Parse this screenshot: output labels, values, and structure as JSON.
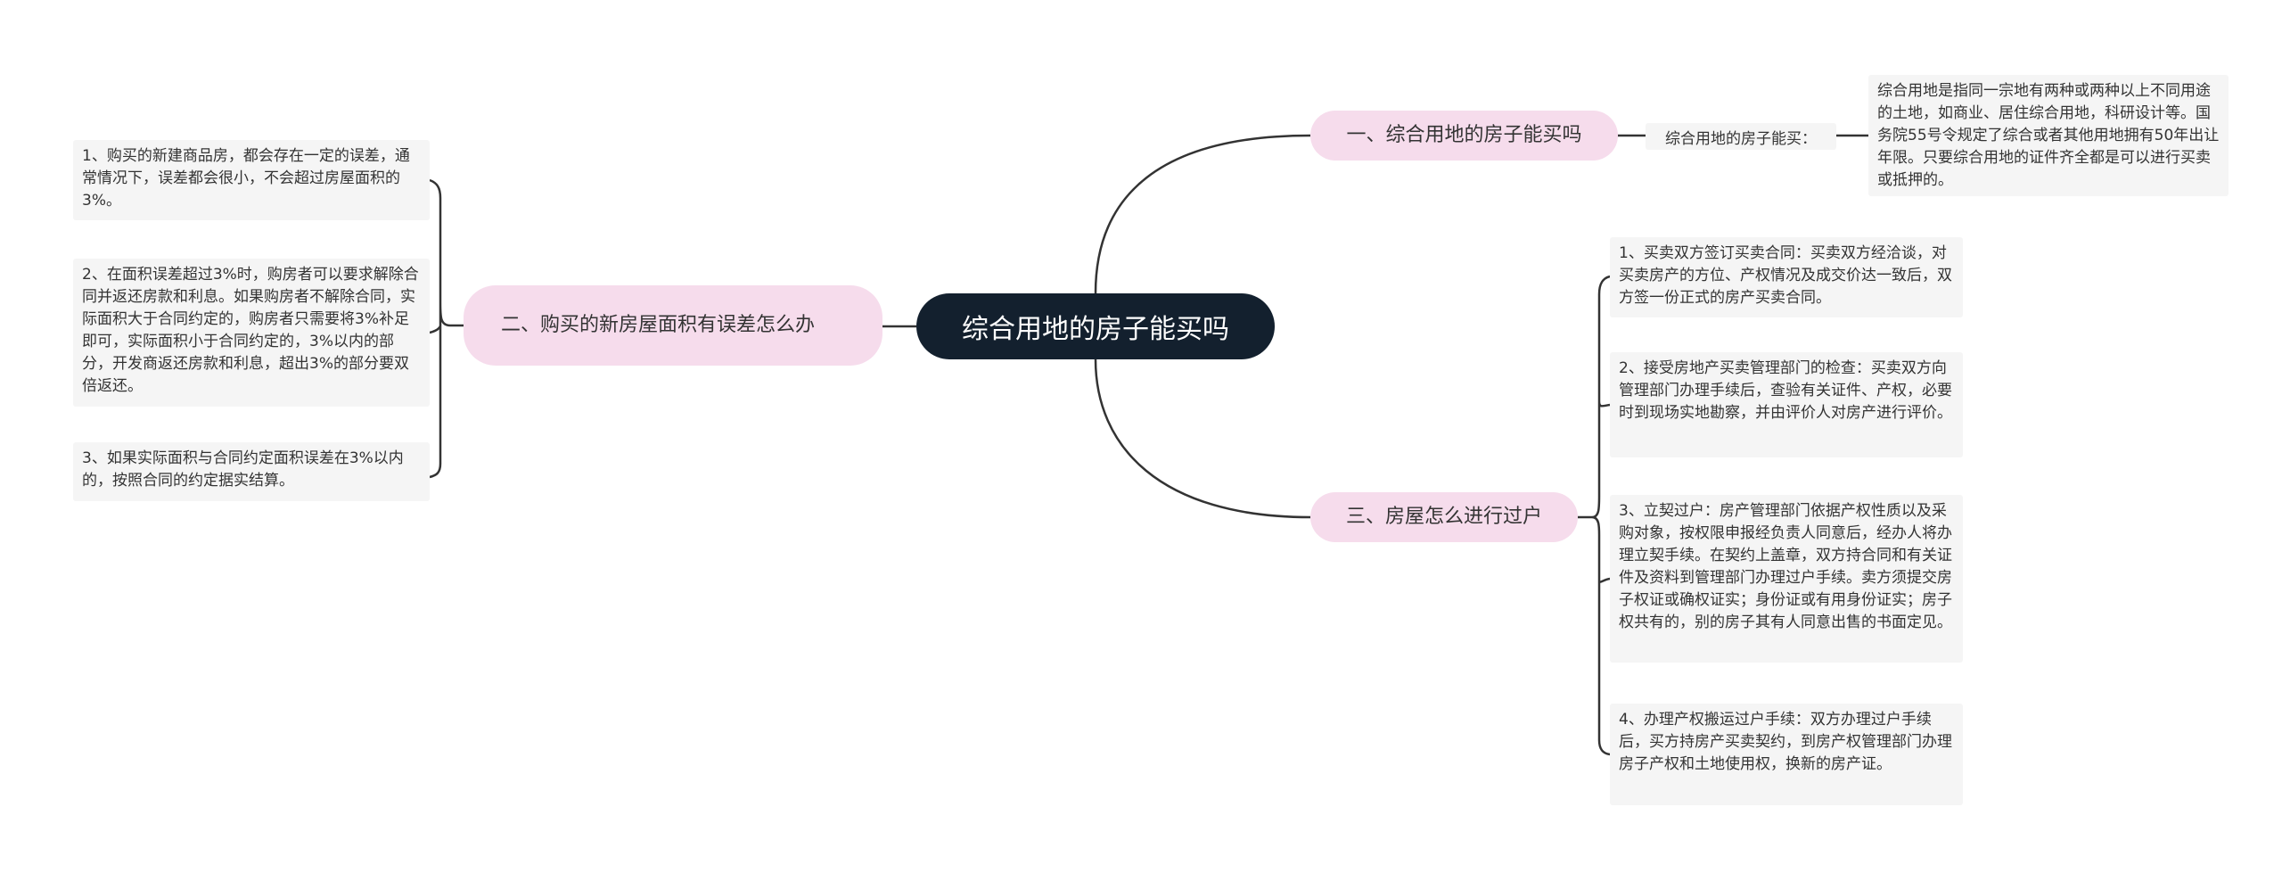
{
  "root": {
    "label": "综合用地的房子能买吗"
  },
  "branches": [
    {
      "label": "一、综合用地的房子能买吗",
      "sublabel": "综合用地的房子能买：",
      "leaves": [
        "综合用地是指同一宗地有两种或两种以上不同用途的土地，如商业、居住综合用地，科研设计等。国务院55号令规定了综合或者其他用地拥有50年出让年限。只要综合用地的证件齐全都是可以进行买卖或抵押的。"
      ]
    },
    {
      "label": "二、购买的新房屋面积有误差怎么办",
      "leaves": [
        "1、购买的新建商品房，都会存在一定的误差，通常情况下，误差都会很小，不会超过房屋面积的3%。",
        "2、在面积误差超过3%时，购房者可以要求解除合同并返还房款和利息。如果购房者不解除合同，实际面积大于合同约定的，购房者只需要将3%补足即可，实际面积小于合同约定的，3%以内的部分，开发商返还房款和利息，超出3%的部分要双倍返还。",
        "3、如果实际面积与合同约定面积误差在3%以内的，按照合同的约定据实结算。"
      ]
    },
    {
      "label": "三、房屋怎么进行过户",
      "leaves": [
        "1、买卖双方签订买卖合同：买卖双方经洽谈，对买卖房产的方位、产权情况及成交价达一致后，双方签一份正式的房产买卖合同。",
        "2、接受房地产买卖管理部门的检查：买卖双方向管理部门办理手续后，查验有关证件、产权，必要时到现场实地勘察，并由评价人对房产进行评价。",
        "3、立契过户：房产管理部门依据产权性质以及采购对象，按权限申报经负责人同意后，经办人将办理立契手续。在契约上盖章，双方持合同和有关证件及资料到管理部门办理过户手续。卖方须提交房子权证或确权证实；身份证或有用身份证实；房子权共有的，别的房子其有人同意出售的书面定见。",
        "4、办理产权搬运过户手续：双方办理过户手续后，买方持房产买卖契约，到房产权管理部门办理房子产权和土地使用权，换新的房产证。"
      ]
    }
  ],
  "colors": {
    "root_bg": "#13202e",
    "branch_bg": "#f6dcec",
    "leaf_bg": "#f5f5f5",
    "line": "#333333"
  }
}
